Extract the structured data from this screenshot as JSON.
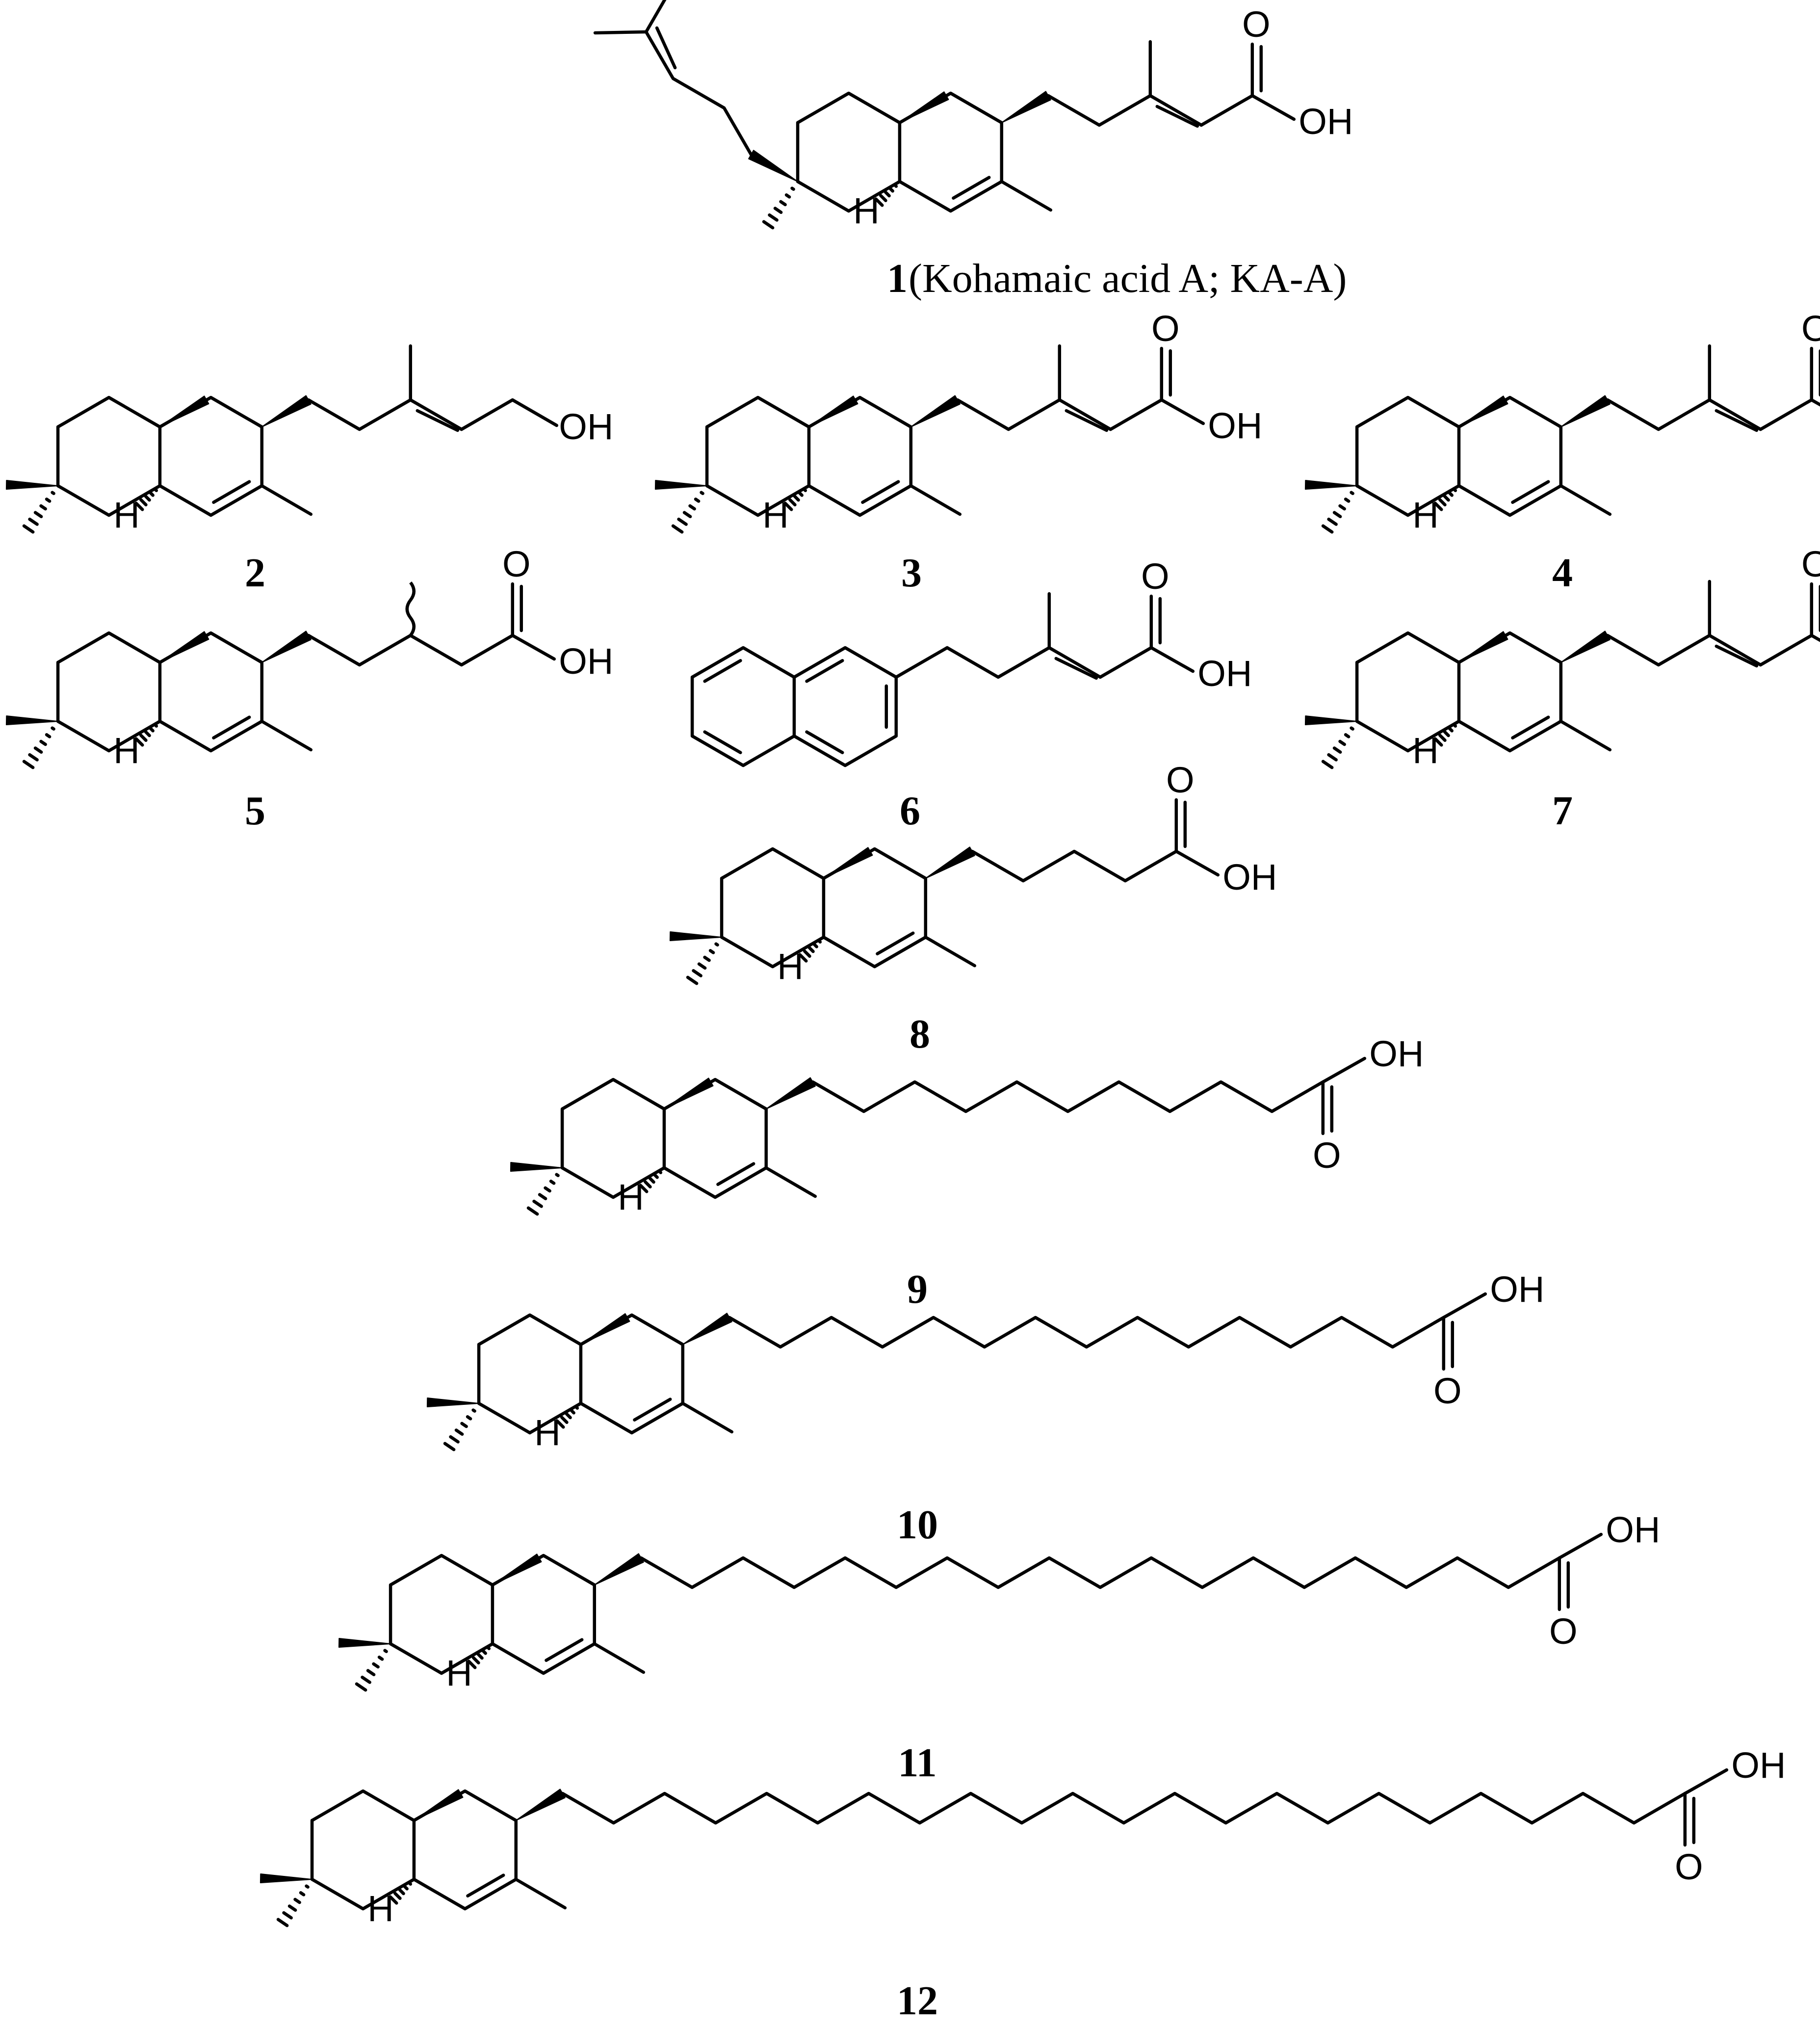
{
  "atoms": {
    "oxygen": "O",
    "hydroxyl": "OH",
    "hydrogen": "H"
  },
  "compounds": [
    {
      "number": "1",
      "name": " (Kohamaic acid A; KA-A)"
    },
    {
      "number": "2",
      "name": ""
    },
    {
      "number": "3",
      "name": ""
    },
    {
      "number": "4",
      "name": ""
    },
    {
      "number": "5",
      "name": ""
    },
    {
      "number": "6",
      "name": ""
    },
    {
      "number": "7",
      "name": ""
    },
    {
      "number": "8",
      "name": ""
    },
    {
      "number": "9",
      "name": ""
    },
    {
      "number": "10",
      "name": ""
    },
    {
      "number": "11",
      "name": ""
    },
    {
      "number": "12",
      "name": ""
    }
  ],
  "colors": {
    "bond": "#000000",
    "background": "#ffffff"
  }
}
